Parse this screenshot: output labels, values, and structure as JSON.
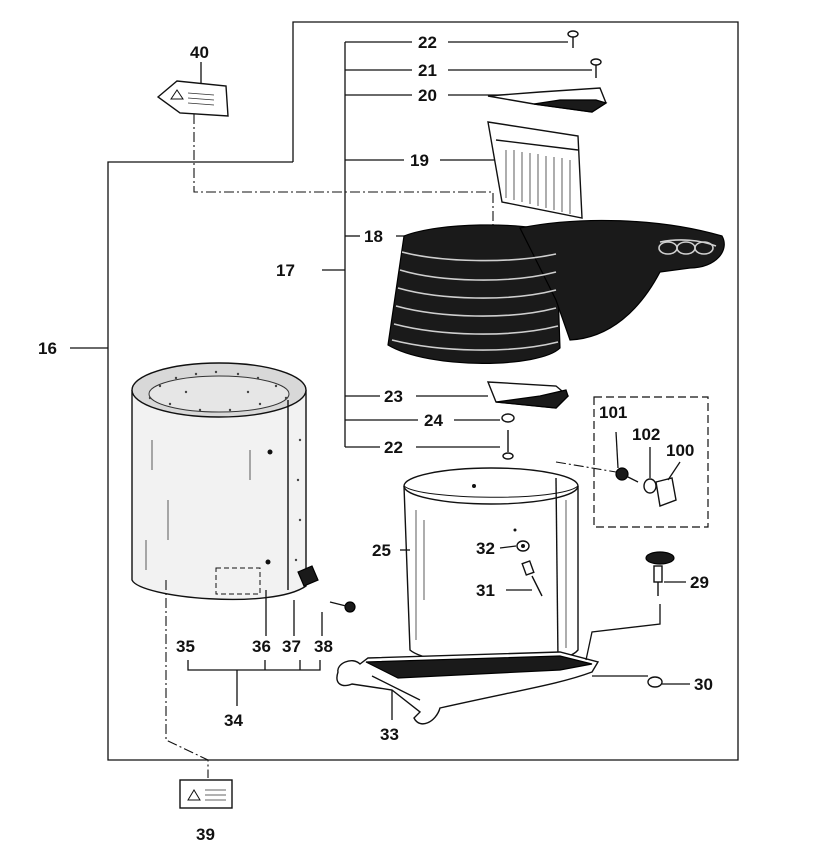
{
  "callouts": [
    {
      "id": "c40",
      "text": "40"
    },
    {
      "id": "c22a",
      "text": "22"
    },
    {
      "id": "c21",
      "text": "21"
    },
    {
      "id": "c20",
      "text": "20"
    },
    {
      "id": "c19",
      "text": "19"
    },
    {
      "id": "c18",
      "text": "18"
    },
    {
      "id": "c17",
      "text": "17"
    },
    {
      "id": "c16",
      "text": "16"
    },
    {
      "id": "c23",
      "text": "23"
    },
    {
      "id": "c24",
      "text": "24"
    },
    {
      "id": "c22b",
      "text": "22"
    },
    {
      "id": "c101",
      "text": "101"
    },
    {
      "id": "c102",
      "text": "102"
    },
    {
      "id": "c100",
      "text": "100"
    },
    {
      "id": "c25",
      "text": "25"
    },
    {
      "id": "c32",
      "text": "32"
    },
    {
      "id": "c31",
      "text": "31"
    },
    {
      "id": "c29",
      "text": "29"
    },
    {
      "id": "c30",
      "text": "30"
    },
    {
      "id": "c35",
      "text": "35"
    },
    {
      "id": "c36",
      "text": "36"
    },
    {
      "id": "c37",
      "text": "37"
    },
    {
      "id": "c38",
      "text": "38"
    },
    {
      "id": "c34",
      "text": "34"
    },
    {
      "id": "c33",
      "text": "33"
    },
    {
      "id": "c39",
      "text": "39"
    }
  ],
  "icons": {
    "warning_label_top": "warning-triangle-icon",
    "warning_label_bottom": "warning-triangle-icon"
  },
  "colors": {
    "ink": "#111111",
    "paper": "#ffffff"
  }
}
